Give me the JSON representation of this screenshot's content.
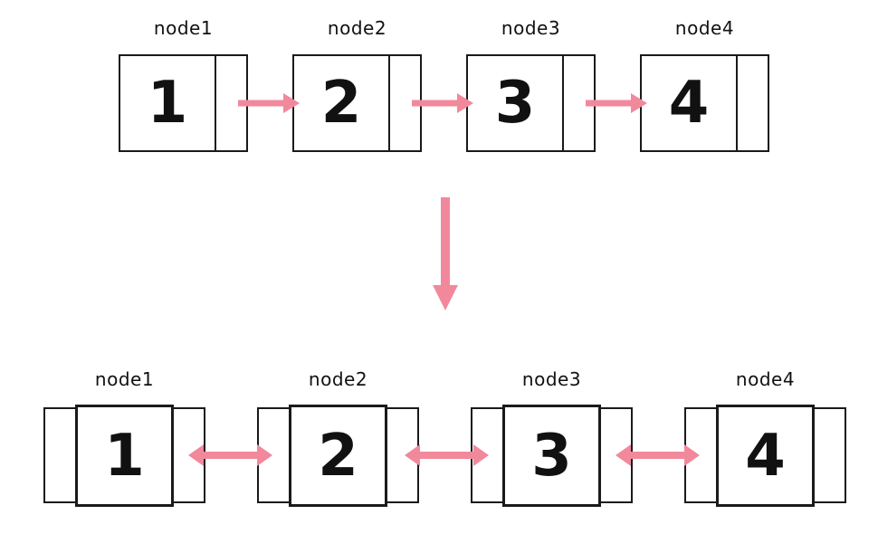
{
  "colors": {
    "arrow_pink": "#F2889B",
    "border_dark": "#1a1a1a",
    "text_black": "#111111"
  },
  "top_list": {
    "kind": "singly linked list",
    "nodes": [
      {
        "label": "node1",
        "value": "1"
      },
      {
        "label": "node2",
        "value": "2"
      },
      {
        "label": "node3",
        "value": "3"
      },
      {
        "label": "node4",
        "value": "4"
      }
    ]
  },
  "bottom_list": {
    "kind": "doubly linked list",
    "nodes": [
      {
        "label": "node1",
        "value": "1"
      },
      {
        "label": "node2",
        "value": "2"
      },
      {
        "label": "node3",
        "value": "3"
      },
      {
        "label": "node4",
        "value": "4"
      }
    ]
  }
}
